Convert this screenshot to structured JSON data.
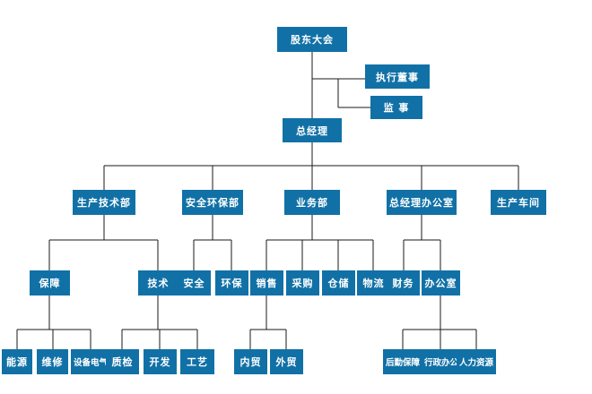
{
  "colors": {
    "node_background": "#1171A6",
    "node_text": "#FFFFFF",
    "connector": "#1A1A1A",
    "page_background": "#FFFFFF"
  },
  "nodes": {
    "shareholders": {
      "label": "股东大会"
    },
    "executive_director": {
      "label": "执行董事"
    },
    "supervisor": {
      "label": "监 事"
    },
    "general_manager": {
      "label": "总经理"
    },
    "production_tech_dept": {
      "label": "生产技术部"
    },
    "safety_env_dept": {
      "label": "安全环保部"
    },
    "business_dept": {
      "label": "业务部"
    },
    "gm_office": {
      "label": "总经理办公室"
    },
    "production_workshop": {
      "label": "生产车间"
    },
    "support": {
      "label": "保障"
    },
    "technology": {
      "label": "技术"
    },
    "safety": {
      "label": "安全"
    },
    "env_protection": {
      "label": "环保"
    },
    "sales": {
      "label": "销售"
    },
    "procurement": {
      "label": "采购"
    },
    "warehousing": {
      "label": "仓储"
    },
    "logistics": {
      "label": "物流"
    },
    "finance": {
      "label": "财务"
    },
    "office": {
      "label": "办公室"
    },
    "energy": {
      "label": "能源"
    },
    "maintenance": {
      "label": "维修"
    },
    "equipment_electrical": {
      "label": "设备电气"
    },
    "quality_inspection": {
      "label": "质检"
    },
    "development": {
      "label": "开发"
    },
    "process": {
      "label": "工艺"
    },
    "domestic_trade": {
      "label": "内贸"
    },
    "foreign_trade": {
      "label": "外贸"
    },
    "logistics_support": {
      "label": "后勤保障"
    },
    "admin_office": {
      "label": "行政办公"
    },
    "human_resources": {
      "label": "人力资源"
    }
  }
}
